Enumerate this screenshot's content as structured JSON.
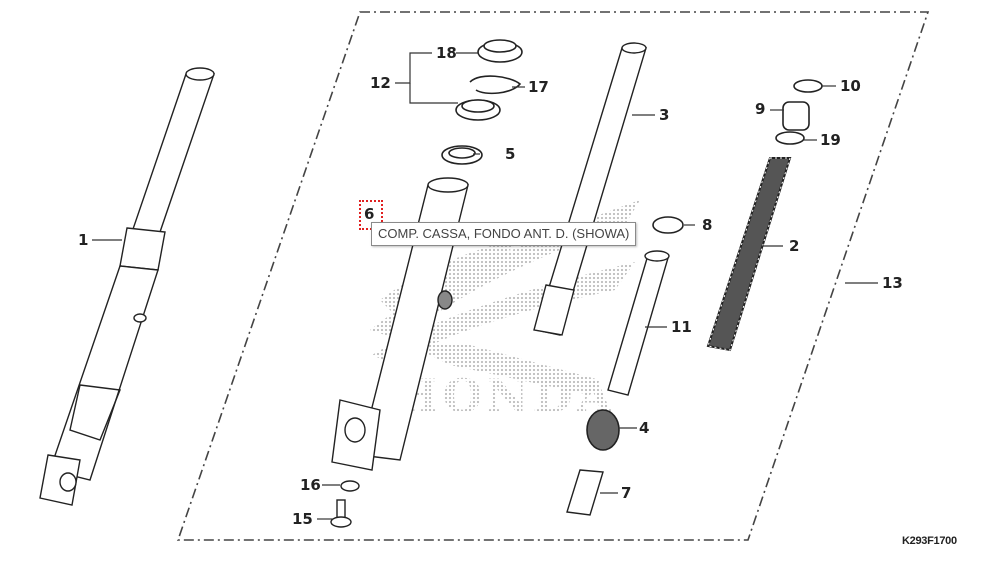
{
  "diagram": {
    "brand_watermark": "HONDA",
    "figure_code": "K293F1700",
    "tooltip": {
      "text": "COMP. CASSA, FONDO ANT. D. (SHOWA)",
      "target_callout": "6"
    },
    "callouts": [
      {
        "id": "1",
        "label": "1"
      },
      {
        "id": "2",
        "label": "2"
      },
      {
        "id": "3",
        "label": "3"
      },
      {
        "id": "4",
        "label": "4"
      },
      {
        "id": "5",
        "label": "5"
      },
      {
        "id": "6",
        "label": "6"
      },
      {
        "id": "7",
        "label": "7"
      },
      {
        "id": "8",
        "label": "8"
      },
      {
        "id": "9",
        "label": "9"
      },
      {
        "id": "10",
        "label": "10"
      },
      {
        "id": "11",
        "label": "11"
      },
      {
        "id": "12",
        "label": "12"
      },
      {
        "id": "13",
        "label": "13"
      },
      {
        "id": "15",
        "label": "15"
      },
      {
        "id": "16",
        "label": "16"
      },
      {
        "id": "17",
        "label": "17"
      },
      {
        "id": "18",
        "label": "18"
      },
      {
        "id": "19",
        "label": "19"
      }
    ],
    "colors": {
      "line": "#222222",
      "watermark": "#c8c8c8",
      "hotspot": "#e02020",
      "tooltip_border": "#8a8a8a"
    }
  }
}
